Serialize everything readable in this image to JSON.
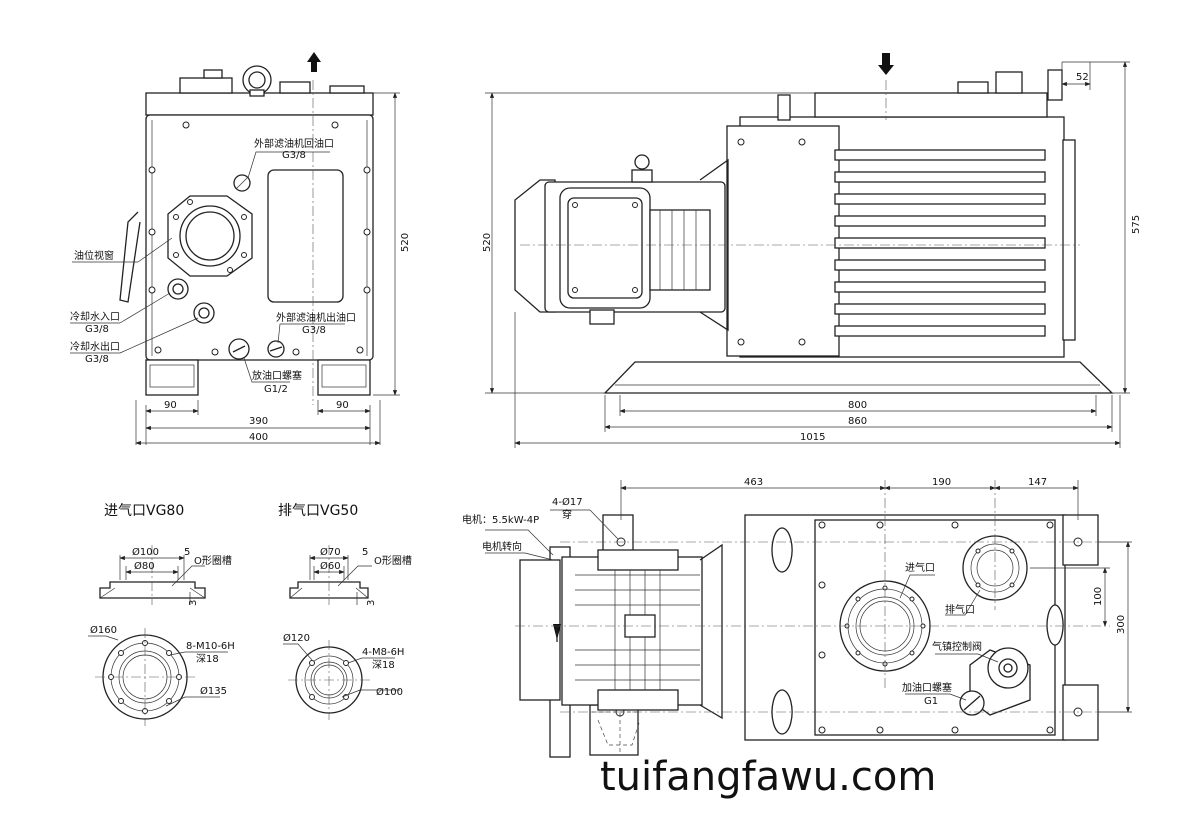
{
  "front_view": {
    "labels": {
      "ext_filter_return": "外部滤油机回油口",
      "ext_filter_return_spec": "G3/8",
      "oil_window": "油位视窗",
      "cool_in": "冷却水入口",
      "cool_in_spec": "G3/8",
      "cool_out": "冷却水出口",
      "cool_out_spec": "G3/8",
      "ext_filter_out": "外部滤油机出油口",
      "ext_filter_out_spec": "G3/8",
      "drain_plug": "放油口螺塞",
      "drain_plug_spec": "G1/2"
    },
    "dims": {
      "foot_left": "90",
      "foot_right": "90",
      "inner_width": "390",
      "outer_width": "400",
      "height": "520"
    }
  },
  "side_view": {
    "dims": {
      "height_left": "520",
      "height_right": "575",
      "top_offset": "52",
      "len_800": "800",
      "len_860": "860",
      "len_1015": "1015"
    }
  },
  "inlet_flange": {
    "title": "进气口VG80",
    "d_outer": "Ø100",
    "d_inner": "Ø80",
    "groove_w": "5",
    "groove_label": "O形圈槽",
    "groove_d": "3",
    "d_flange": "Ø160",
    "bolts": "8-M10-6H",
    "bolt_depth": "深18",
    "pcd": "Ø135"
  },
  "outlet_flange": {
    "title": "排气口VG50",
    "d_outer": "Ø70",
    "d_inner": "Ø60",
    "groove_w": "5",
    "groove_label": "O形圈槽",
    "groove_d": "3",
    "d_flange": "Ø120",
    "bolts": "4-M8-6H",
    "bolt_depth": "深18",
    "pcd": "Ø100"
  },
  "top_view": {
    "labels": {
      "holes": "4-Ø17",
      "holes_note": "穿",
      "motor": "电机：5.5kW-4P",
      "motor_rotation": "电机转向",
      "inlet": "进气口",
      "outlet": "排气口",
      "gas_ballast": "气镇控制阀",
      "fill_plug": "加油口螺塞",
      "fill_plug_spec": "G1"
    },
    "dims": {
      "d463": "463",
      "d190": "190",
      "d147": "147",
      "d100": "100",
      "d300": "300"
    }
  },
  "watermark": "tuifangfawu.com"
}
